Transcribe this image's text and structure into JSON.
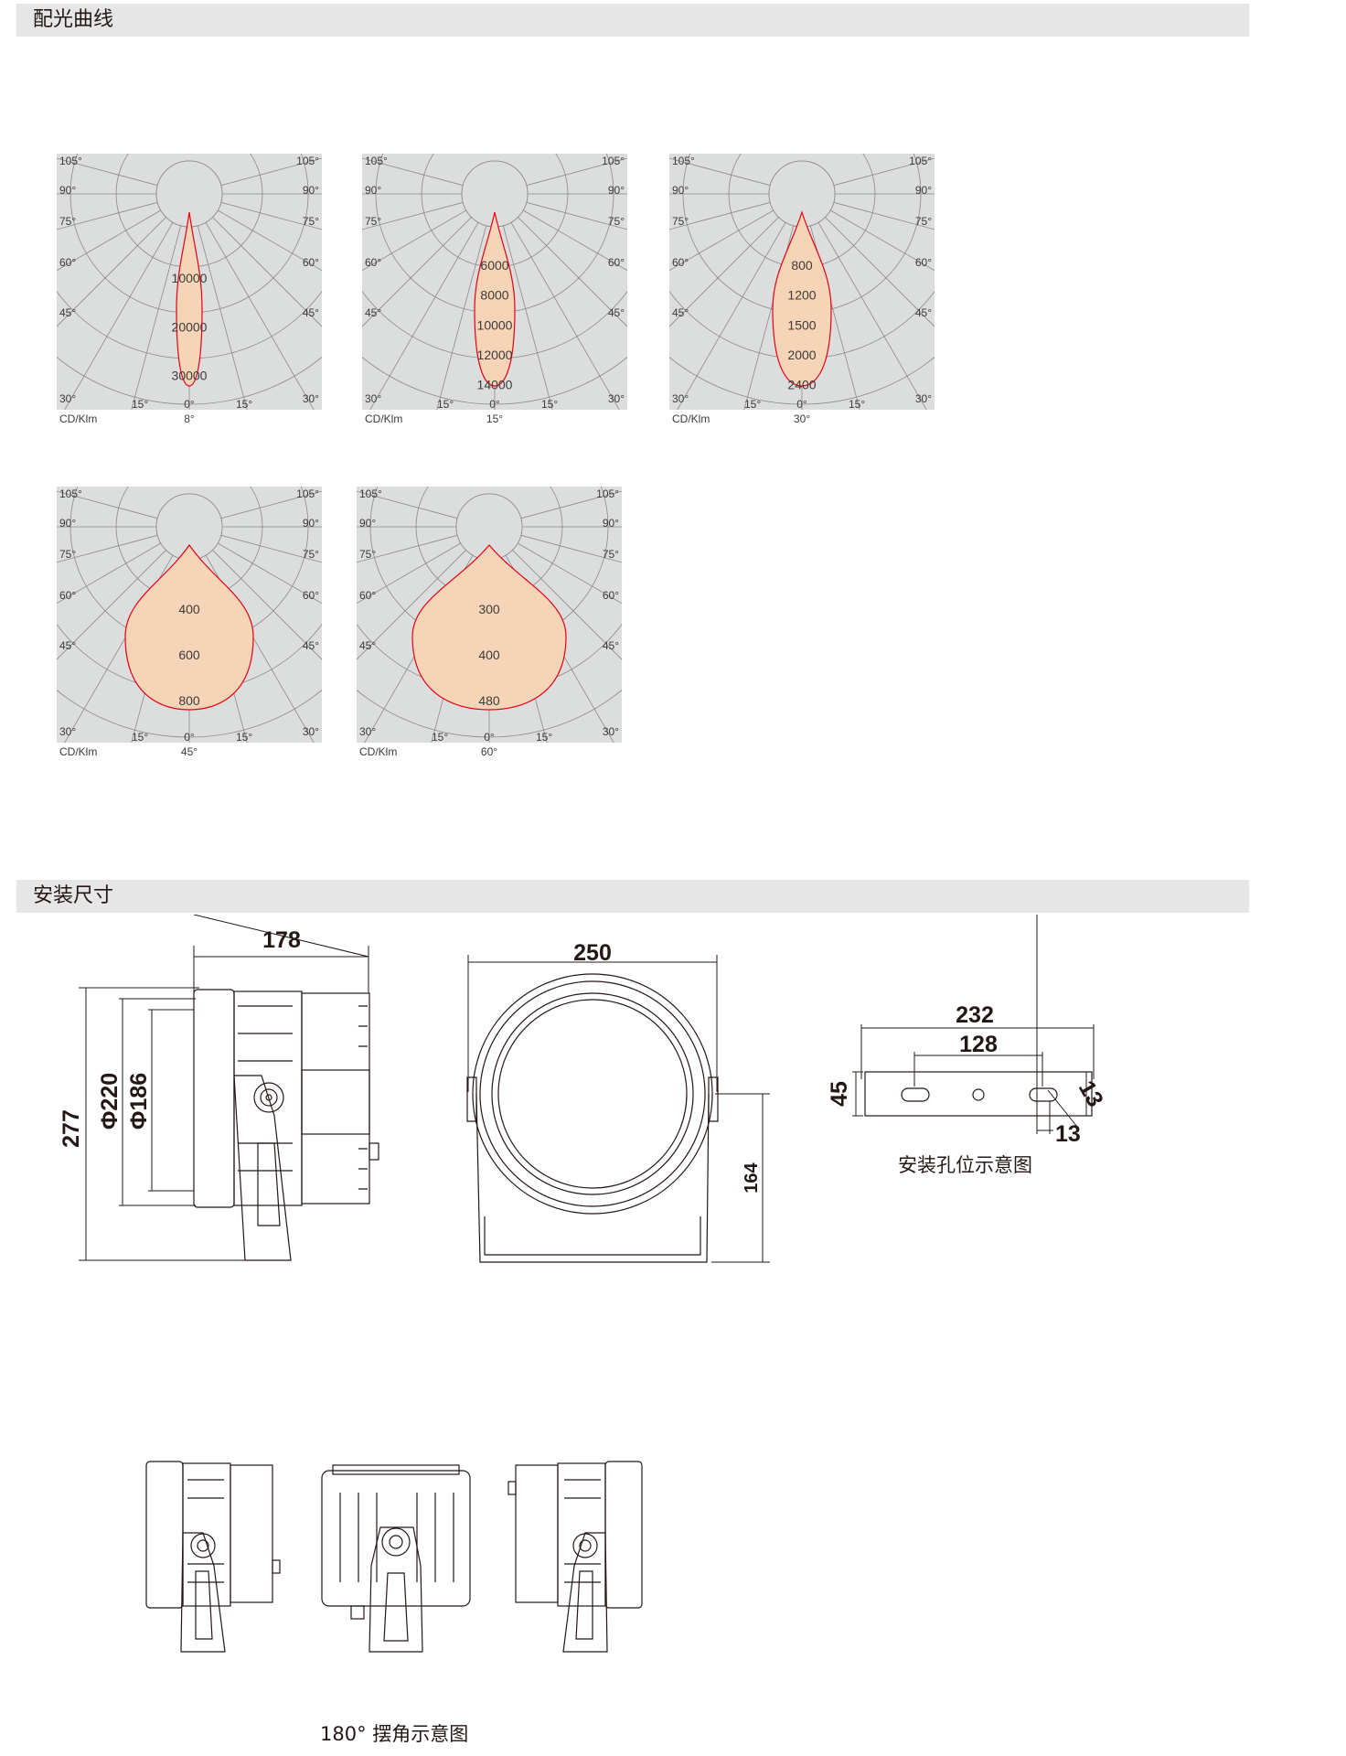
{
  "sections": {
    "photometry_title": "配光曲线",
    "dimensions_title": "安装尺寸"
  },
  "polar_common": {
    "unit_label": "CD/Klm",
    "angle_labels": [
      "105°",
      "90°",
      "75°",
      "60°",
      "45°",
      "30°",
      "15°",
      "0°"
    ]
  },
  "polar_charts": [
    {
      "beam": "8°",
      "values": [
        "10000",
        "20000",
        "30000"
      ],
      "fill": "#f6d4b8",
      "outline": "#e60012"
    },
    {
      "beam": "15°",
      "values": [
        "6000",
        "8000",
        "10000",
        "12000",
        "14000"
      ],
      "fill": "#f6d4b8",
      "outline": "#e60012"
    },
    {
      "beam": "30°",
      "values": [
        "800",
        "1200",
        "1500",
        "2000",
        "2400"
      ],
      "fill": "#f6d4b8",
      "outline": "#e60012"
    },
    {
      "beam": "45°",
      "values": [
        "400",
        "600",
        "800"
      ],
      "fill": "#f6d4b8",
      "outline": "#e60012"
    },
    {
      "beam": "60°",
      "values": [
        "300",
        "400",
        "480"
      ],
      "fill": "#f6d4b8",
      "outline": "#e60012"
    }
  ],
  "dimensions": {
    "side": {
      "width": "178",
      "height": "277",
      "d_outer": "Φ220",
      "d_inner": "Φ186"
    },
    "front": {
      "width": "250",
      "bracket_height": "164"
    },
    "mount": {
      "total": "232",
      "spacing": "128",
      "height": "45",
      "slot": "13",
      "slot_width": "13",
      "caption": "安装孔位示意图"
    },
    "rotation_caption": "180° 摆角示意图"
  }
}
